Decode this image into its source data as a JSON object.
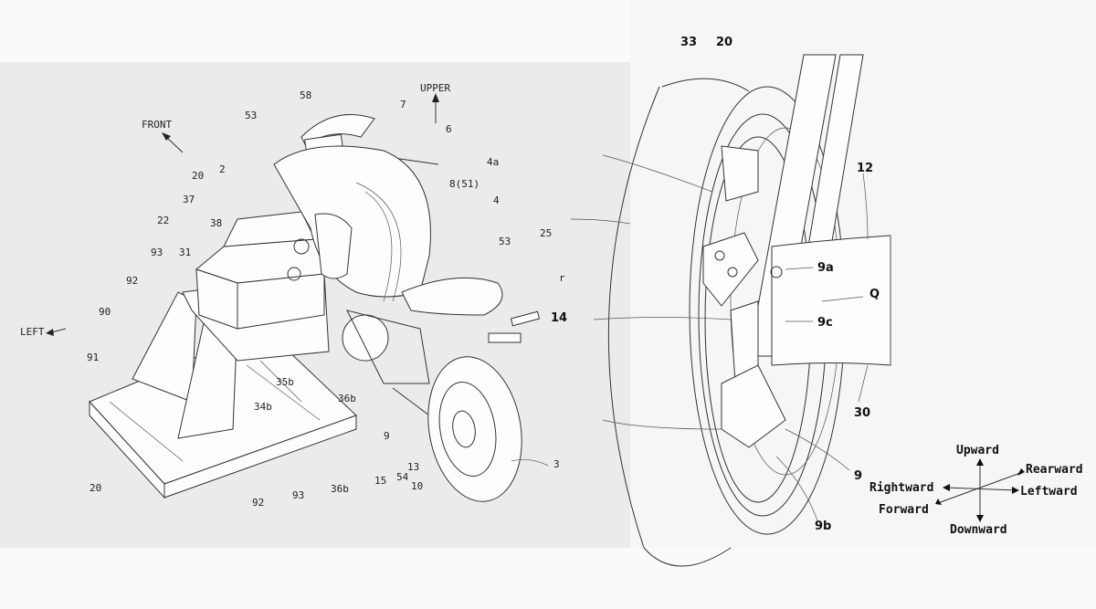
{
  "left_figure": {
    "direction_labels": [
      "UPPER",
      "FRONT",
      "LEFT"
    ],
    "reference_labels": [
      "58",
      "53",
      "7",
      "6",
      "4a",
      "8(51)",
      "4",
      "20",
      "2",
      "37",
      "38",
      "22",
      "93",
      "31",
      "92",
      "90",
      "91",
      "53",
      "25",
      "r",
      "35b",
      "36b",
      "34b",
      "9",
      "15",
      "54",
      "13",
      "10",
      "20",
      "92",
      "93",
      "36b",
      "3"
    ]
  },
  "right_figure": {
    "reference_labels": [
      "33",
      "20",
      "12",
      "9a",
      "Q",
      "14",
      "9c",
      "30",
      "9",
      "9b"
    ],
    "axes": {
      "up": "Upward",
      "down": "Downward",
      "rear": "Rearward",
      "left": "Leftward",
      "right": "Rightward",
      "forward": "Forward"
    }
  }
}
